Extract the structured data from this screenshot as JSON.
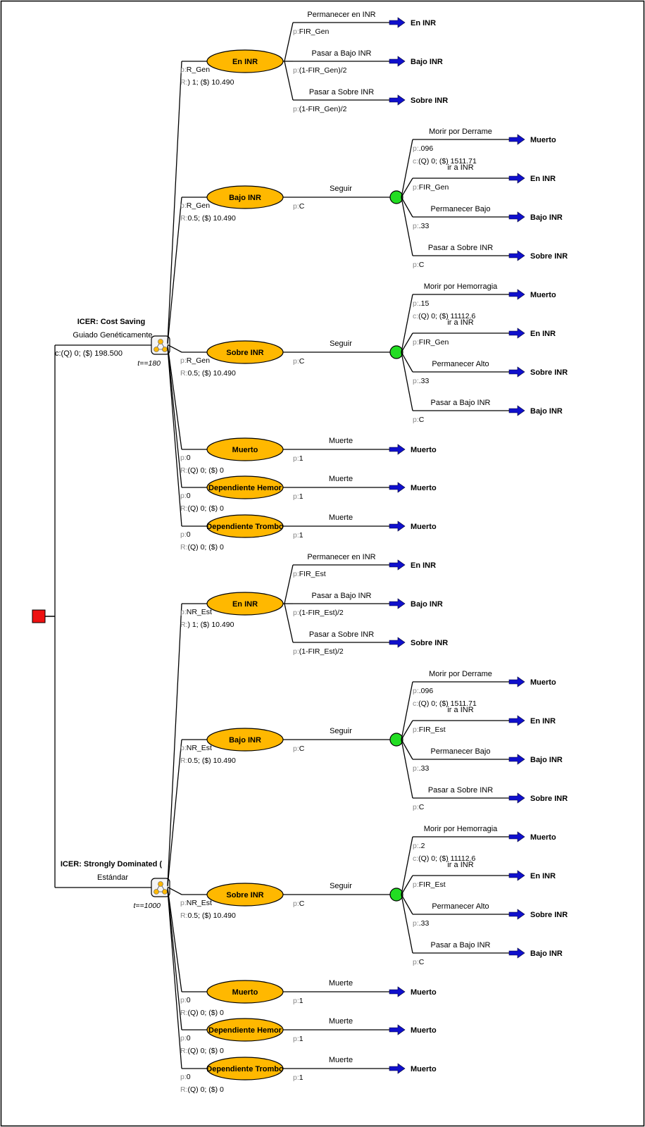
{
  "colors": {
    "ellipse_fill": "#FFB800",
    "chance_fill": "#22DD22",
    "decision_fill": "#EE1111",
    "arrow_fill": "#1010CC",
    "line": "#000000",
    "gray_text": "#888888"
  },
  "icons": {
    "decision": "red-square-decision-node",
    "markov": "markov-node-icon",
    "chance": "green-circle-chance-node",
    "terminal": "blue-arrow-terminal-icon"
  },
  "strategies": [
    {
      "icer": "ICER: Cost Saving",
      "name": "Guiado Genéticamente",
      "cost": "c:(Q) 0; ($) 198.500",
      "t_label": "t==180",
      "states": [
        {
          "name": "En INR",
          "p": "p:R_Gen",
          "r": "R:) 1; ($) 10.490",
          "branches": [
            {
              "label": "Permanecer en INR",
              "p": "p:FIR_Gen",
              "terminal": "En INR"
            },
            {
              "label": "Pasar a Bajo INR",
              "p": "p:(1-FIR_Gen)/2",
              "terminal": "Bajo INR"
            },
            {
              "label": "Pasar a Sobre INR",
              "p": "p:(1-FIR_Gen)/2",
              "terminal": "Sobre INR"
            }
          ]
        },
        {
          "name": "Bajo INR",
          "p": "p:R_Gen",
          "r": "R:0.5; ($) 10.490",
          "seguir": "Seguir",
          "seguir_p": "p:C",
          "branches": [
            {
              "label": "Morir por Derrame",
              "p": "p:.096",
              "cost": "c:(Q) 0; ($) 1511.71",
              "terminal": "Muerto"
            },
            {
              "label": "ir a INR",
              "p": "p:FIR_Gen",
              "terminal": "En INR"
            },
            {
              "label": "Permanecer Bajo",
              "p": "p:.33",
              "terminal": "Bajo INR"
            },
            {
              "label": "Pasar a Sobre INR",
              "p": "p:C",
              "terminal": "Sobre INR"
            }
          ]
        },
        {
          "name": "Sobre INR",
          "p": "p:R_Gen",
          "r": "R:0.5; ($) 10.490",
          "seguir": "Seguir",
          "seguir_p": "p:C",
          "branches": [
            {
              "label": "Morir por Hemorragia",
              "p": "p:.15",
              "cost": "c:(Q) 0; ($) 11112.6",
              "terminal": "Muerto"
            },
            {
              "label": "ir a INR",
              "p": "p:FIR_Gen",
              "terminal": "En INR"
            },
            {
              "label": "Permanecer Alto",
              "p": "p:.33",
              "terminal": "Sobre INR"
            },
            {
              "label": "Pasar a Bajo INR",
              "p": "p:C",
              "terminal": "Bajo INR"
            }
          ]
        },
        {
          "name": "Muerto",
          "p": "p:0",
          "r": "R:(Q) 0; ($) 0",
          "branch": "Muerte",
          "branch_p": "p:1",
          "terminal": "Muerto"
        },
        {
          "name": "Dependiente Hemor",
          "p": "p:0",
          "r": "R:(Q) 0; ($) 0",
          "branch": "Muerte",
          "branch_p": "p:1",
          "terminal": "Muerto"
        },
        {
          "name": "Dependiente Trombo",
          "p": "p:0",
          "r": "R:(Q) 0; ($) 0",
          "branch": "Muerte",
          "branch_p": "p:1",
          "terminal": "Muerto"
        }
      ]
    },
    {
      "icer": "ICER: Strongly Dominated (",
      "name": "Estándar",
      "cost": "",
      "t_label": "t==1000",
      "states": [
        {
          "name": "En INR",
          "p": "p:NR_Est",
          "r": "R:) 1; ($) 10.490",
          "branches": [
            {
              "label": "Permanecer en INR",
              "p": "p:FIR_Est",
              "terminal": "En INR"
            },
            {
              "label": "Pasar a Bajo INR",
              "p": "p:(1-FIR_Est)/2",
              "terminal": "Bajo INR"
            },
            {
              "label": "Pasar a Sobre INR",
              "p": "p:(1-FIR_Est)/2",
              "terminal": "Sobre INR"
            }
          ]
        },
        {
          "name": "Bajo INR",
          "p": "p:NR_Est",
          "r": "R:0.5; ($) 10.490",
          "seguir": "Seguir",
          "seguir_p": "p:C",
          "branches": [
            {
              "label": "Morir por Derrame",
              "p": "p:.096",
              "cost": "c:(Q) 0; ($) 1511.71",
              "terminal": "Muerto"
            },
            {
              "label": "ir a INR",
              "p": "p:FIR_Est",
              "terminal": "En INR"
            },
            {
              "label": "Permanecer Bajo",
              "p": "p:.33",
              "terminal": "Bajo INR"
            },
            {
              "label": "Pasar a Sobre INR",
              "p": "p:C",
              "terminal": "Sobre INR"
            }
          ]
        },
        {
          "name": "Sobre INR",
          "p": "p:NR_Est",
          "r": "R:0.5; ($) 10.490",
          "seguir": "Seguir",
          "seguir_p": "p:C",
          "branches": [
            {
              "label": "Morir por Hemorragia",
              "p": "p:.2",
              "cost": "c:(Q) 0; ($) 11112.6",
              "terminal": "Muerto"
            },
            {
              "label": "ir a INR",
              "p": "p:FIR_Est",
              "terminal": "En INR"
            },
            {
              "label": "Permanecer Alto",
              "p": "p:.33",
              "terminal": "Sobre INR"
            },
            {
              "label": "Pasar a Bajo INR",
              "p": "p:C",
              "terminal": "Bajo INR"
            }
          ]
        },
        {
          "name": "Muerto",
          "p": "p:0",
          "r": "R:(Q) 0; ($) 0",
          "branch": "Muerte",
          "branch_p": "p:1",
          "terminal": "Muerto"
        },
        {
          "name": "Dependiente Hemor",
          "p": "p:0",
          "r": "R:(Q) 0; ($) 0",
          "branch": "Muerte",
          "branch_p": "p:1",
          "terminal": "Muerto"
        },
        {
          "name": "Dependiente Trombo",
          "p": "p:0",
          "r": "R:(Q) 0; ($) 0",
          "branch": "Muerte",
          "branch_p": "p:1",
          "terminal": "Muerto"
        }
      ]
    }
  ]
}
